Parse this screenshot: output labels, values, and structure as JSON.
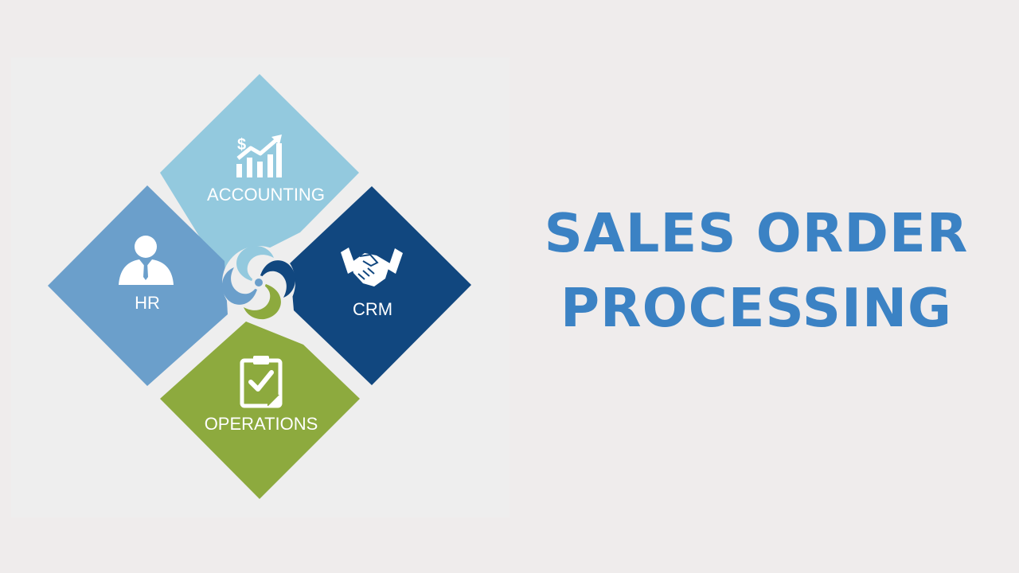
{
  "diagram": {
    "tiles": [
      {
        "id": "accounting",
        "label": "ACCOUNTING",
        "icon": "growth-chart-dollar-icon",
        "color": "#93c9de"
      },
      {
        "id": "crm",
        "label": "CRM",
        "icon": "handshake-icon",
        "color": "#11477f"
      },
      {
        "id": "hr",
        "label": "HR",
        "icon": "person-icon",
        "color": "#6b9fcb"
      },
      {
        "id": "operations",
        "label": "OPERATIONS",
        "icon": "clipboard-check-icon",
        "color": "#8daa3e"
      }
    ],
    "center_icon": "swirl-icon",
    "background": "#eeeeee"
  },
  "title": {
    "line1": "SALES ORDER",
    "line2": "PROCESSING",
    "color": "#3b82c4"
  }
}
